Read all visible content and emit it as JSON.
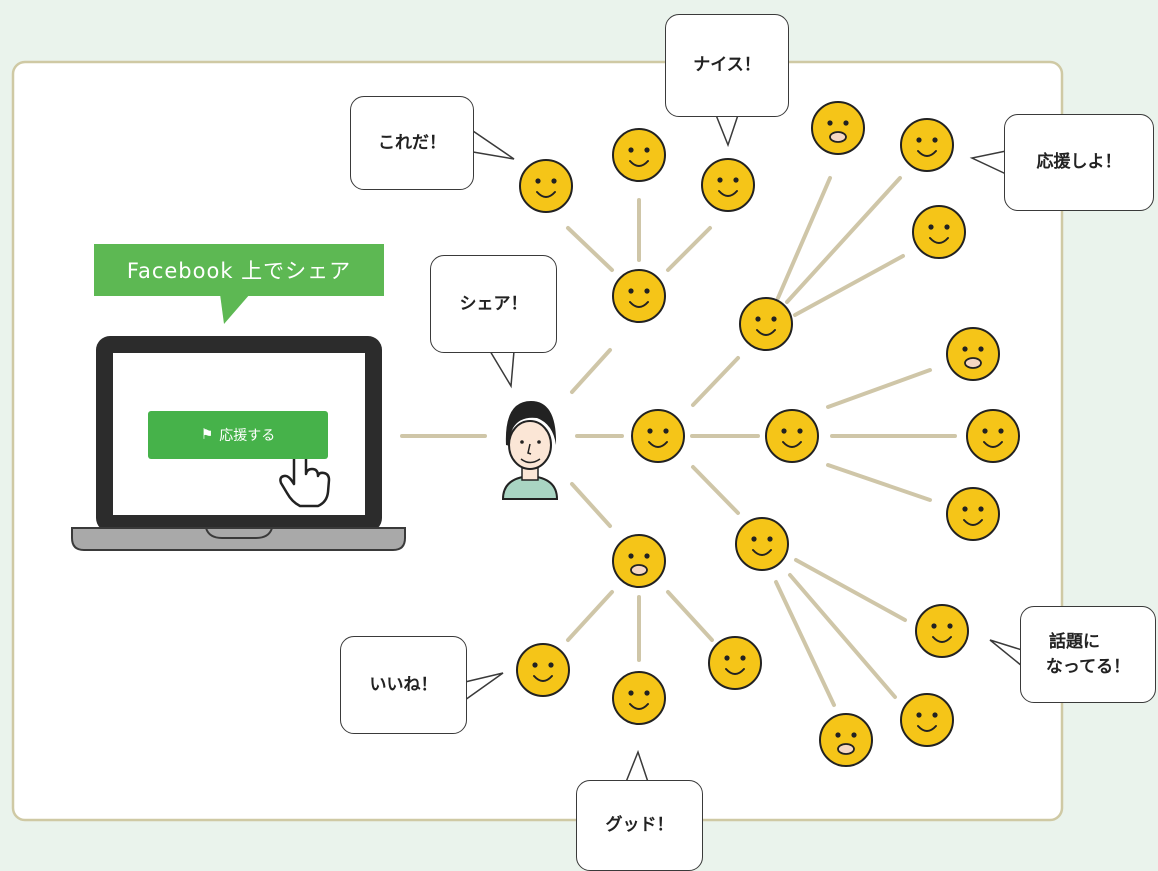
{
  "share_label": "Facebook 上でシェア",
  "cheer_button": "応援する",
  "bubbles": {
    "koreda": "これだ！",
    "nice": "ナイス！",
    "ouen": "応援しよ！",
    "share": "シェア！",
    "wadai_1": "話題に",
    "wadai_2": "なってる！",
    "iine": "いいね！",
    "good": "グッド！"
  },
  "colors": {
    "background": "#eaf3ec",
    "panel_border": "#cfc9a4",
    "connector": "#cfc6a8",
    "smiley_fill": "#f5c518",
    "label_green": "#5db853",
    "button_green": "#46b24a"
  }
}
